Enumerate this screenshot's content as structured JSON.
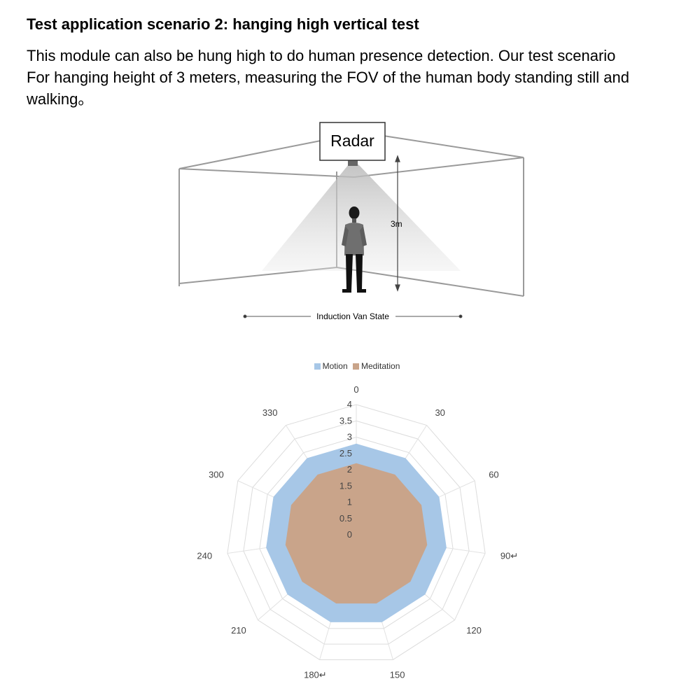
{
  "doc": {
    "heading": "Test application scenario 2: hanging high vertical test",
    "paragraph_lines": [
      "This module can also be hung high to do human presence detection. Our test scenario",
      "For hanging height of 3 meters, measuring the FOV of the human body standing still and",
      "walking。"
    ]
  },
  "scene": {
    "radar_label": "Radar",
    "height_label": "3m",
    "caption": "Induction Van State"
  },
  "chart_data": {
    "type": "radar",
    "categories": [
      "0",
      "30",
      "60",
      "90↵",
      "120",
      "150",
      "180↵",
      "210",
      "240",
      "300",
      "330"
    ],
    "axis_ticks": [
      "0",
      "0.5",
      "1",
      "1.5",
      "2",
      "2.5",
      "3",
      "3.5",
      "4"
    ],
    "rmax": 4,
    "legend_position": "top",
    "series": [
      {
        "name": "Motion",
        "color": "#a7c7e7",
        "values": [
          2.8,
          2.8,
          2.8,
          2.8,
          2.8,
          2.8,
          2.8,
          2.8,
          2.8,
          2.8,
          2.8
        ]
      },
      {
        "name": "Meditation",
        "color": "#c9a48a",
        "values": [
          2.2,
          2.2,
          2.2,
          2.2,
          2.2,
          2.2,
          2.2,
          2.2,
          2.2,
          2.2,
          2.2
        ]
      }
    ]
  }
}
